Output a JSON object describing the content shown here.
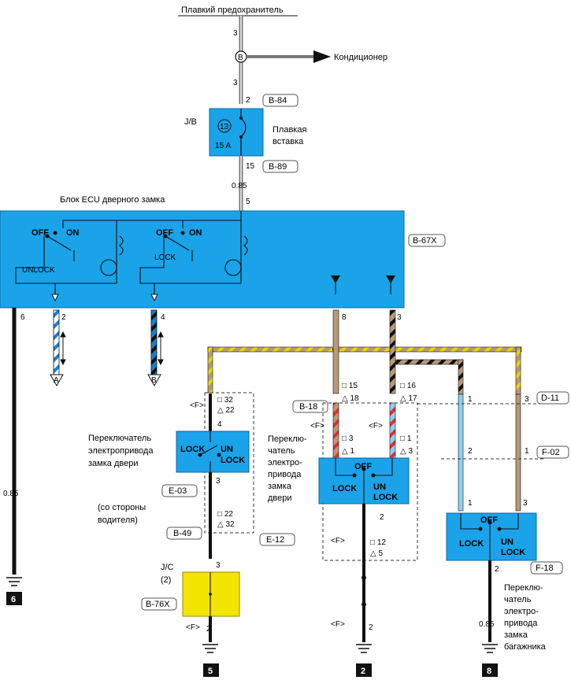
{
  "diagram": {
    "top": {
      "fuse_title": "Плавкий предохранитель",
      "wire_num_a": "3",
      "wire_num_b": "3",
      "junction_letter": "B",
      "ac_label": "Кондиционер"
    },
    "jb": {
      "label": "J/B",
      "fuse_num": "13",
      "fuse_rating": "15 A",
      "pin_top": "2",
      "pin_bottom": "15",
      "conn_top": "B-84",
      "conn_bottom": "B-89",
      "fuse_label_1": "Плавкая",
      "fuse_label_2": "вставка"
    },
    "ecu": {
      "title": "Блок ECU дверного замка",
      "wire_size": "0.85",
      "pin_in": "5",
      "conn": "B-67X",
      "sw1_off": "OFF",
      "sw1_on": "ON",
      "sw1_name": "UNLOCK",
      "sw2_off": "OFF",
      "sw2_on": "ON",
      "sw2_name": "LOCK",
      "pins": [
        "6",
        "2",
        "4",
        "8",
        "3"
      ]
    },
    "left": {
      "ground_wire": "0.85",
      "ground_ref": "6",
      "ref_a": "A",
      "ref_b": "B"
    },
    "driver_switch": {
      "conn_f": "<F>",
      "sq_top": "□ 32",
      "tri_top": "△ 22",
      "pin_4": "4",
      "lock": "LOCK",
      "un": "UN",
      "unlock": "LOCK",
      "pin_3": "3",
      "sq_bot": "□ 22",
      "tri_bot": "△ 32",
      "label_1": "Переключатель",
      "label_2": "электропривода",
      "label_3": "замка двери",
      "conn": "E-03",
      "side_1": "(со стороны",
      "side_2": "водителя)",
      "conn_b49": "B-49",
      "conn_e12": "E-12"
    },
    "jc": {
      "label_1": "J/C",
      "label_2": "(2)",
      "conn": "B-76X",
      "pin_top": "3",
      "pin_bot": "2",
      "conn_f": "<F>",
      "ground_ref": "5"
    },
    "door_switch": {
      "sq_a": "□ 15",
      "tri_a": "△ 18",
      "sq_b": "□ 16",
      "tri_b": "△ 17",
      "conn_b18": "B-18",
      "conn_f1": "<F>",
      "conn_f2": "<F>",
      "sq_c": "□ 3",
      "tri_c": "△ 1",
      "sq_d": "□ 1",
      "tri_d": "△ 3",
      "off": "OFF",
      "lock": "LOCK",
      "un": "UN",
      "unlock": "LOCK",
      "pin_2": "2",
      "label_1": "Переклю-",
      "label_2": "чатель",
      "label_3": "электро-",
      "label_4": "привода",
      "label_5": "замка",
      "label_6": "двери",
      "conn_f3": "<F>",
      "sq_e": "□ 12",
      "tri_e": "△ 5",
      "conn_f4": "<F>",
      "pin_bot": "2",
      "ground_ref": "2"
    },
    "trunk": {
      "pin_1a": "1",
      "pin_3a": "3",
      "conn_d11": "D-11",
      "pin_2": "2",
      "pin_1b": "1",
      "conn_f02": "F-02",
      "pin_1c": "1",
      "pin_3c": "3",
      "off": "OFF",
      "lock": "LOCK",
      "un": "UN",
      "unlock": "LOCK",
      "pin_out": "2",
      "conn_f18": "F-18",
      "wire_size": "0.85",
      "label_1": "Переклю-",
      "label_2": "чатель",
      "label_3": "электро-",
      "label_4": "привода",
      "label_5": "замка",
      "label_6": "багажника",
      "ground_ref": "8"
    },
    "colors": {
      "module_blue": "#1aa3e8",
      "junction_yellow": "#f2e600",
      "wire_tan": "#b89a78",
      "wire_stripe_yellow": "#e8d800",
      "wire_light_blue": "#8ed0f2",
      "wire_red": "#e03030"
    }
  }
}
